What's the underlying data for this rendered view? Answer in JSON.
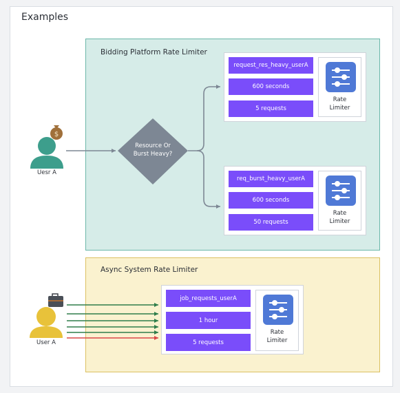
{
  "heading": "Examples",
  "bidding": {
    "title": "Bidding Platform Rate Limiter",
    "user_label": "Uesr A",
    "decision": "Resource Or\nBurst Heavy?",
    "top_card": {
      "key": "request_res_heavy_userA",
      "window": "600 seconds",
      "limit": "5 requests",
      "limiter_label": "Rate\nLimiter"
    },
    "bottom_card": {
      "key": "req_burst_heavy_userA",
      "window": "600 seconds",
      "limit": "50 requests",
      "limiter_label": "Rate\nLimiter"
    }
  },
  "async": {
    "title": "Async System Rate Limiter",
    "user_label": "User A",
    "card": {
      "key": "job_requests_userA",
      "window": "1 hour",
      "limit": "5 requests",
      "limiter_label": "Rate\nLimiter"
    }
  },
  "colors": {
    "teal_user": "#3d9e8c",
    "yellow_user": "#e8c23a",
    "purple": "#7a4dfa",
    "limiter_blue": "#4f79d6",
    "accept_arrow": "#2e7d4a",
    "reject_arrow": "#d94646"
  },
  "icons": {
    "money_bag": "money-bag-icon",
    "briefcase": "briefcase-icon",
    "sliders": "sliders-icon"
  }
}
